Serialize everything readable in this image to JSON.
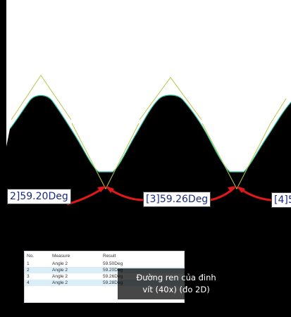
{
  "measurements": [
    {
      "label": "2]59.20Deg"
    },
    {
      "label": "[3]59.26Deg"
    },
    {
      "label": "[4]5"
    }
  ],
  "result_table": {
    "headers": [
      "No.",
      "Measure",
      "Result"
    ],
    "rows": [
      [
        "1",
        "Angle 2",
        "59.50Deg"
      ],
      [
        "2",
        "Angle 2",
        "59.20Deg"
      ],
      [
        "3",
        "Angle 2",
        "59.26Deg"
      ],
      [
        "4",
        "Angle 2",
        "59.28Deg"
      ]
    ]
  },
  "caption": {
    "line1": "Đường ren của đinh",
    "line2": "vít (40x) (đo 2D)"
  },
  "colors": {
    "thread": "#000000",
    "edge": "#2bbfa0",
    "construction_lines": "#b8c84a",
    "arrows": "#e0181a",
    "label_text": "#1b2b7a"
  }
}
